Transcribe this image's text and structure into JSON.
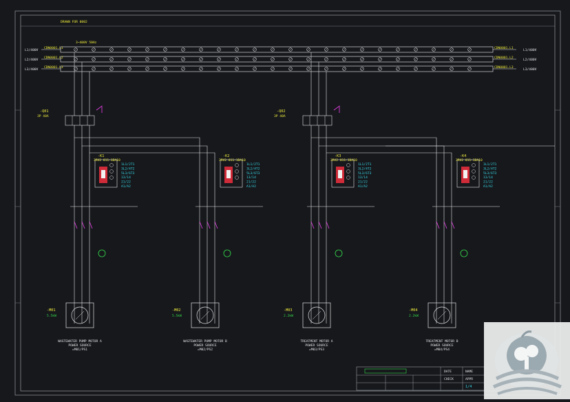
{
  "sheet": {
    "header_tag": "DRAWN FOR 0002",
    "bus_label": "3~400V 50Hz"
  },
  "bus": {
    "in_tags": [
      "L1/400V",
      "L2/400V",
      "L3/400V"
    ],
    "in_codes": [
      "CDN0001.L1",
      "CDN0001.L2",
      "CDN0001.L3"
    ],
    "out_codes": [
      "CDN0001.L1",
      "CDN0001.L2",
      "CDN0001.L3"
    ],
    "out_tags": [
      "L1/400V",
      "L2/400V",
      "L3/400V"
    ]
  },
  "feeders": [
    {
      "pump_title": "WASTEWATER PUMP MOTOR A",
      "subtitle": "POWER SOURCE",
      "ref": "=M01/PS1",
      "motor_tag": "-M01",
      "motor_rating": "5.5kW"
    },
    {
      "pump_title": "WASTEWATER PUMP MOTOR B",
      "subtitle": "POWER SOURCE",
      "ref": "=M02/PS2",
      "motor_tag": "-M02",
      "motor_rating": "5.5kW"
    },
    {
      "pump_title": "TREATMENT MOTOR A",
      "subtitle": "POWER SOURCE",
      "ref": "=M03/PS3",
      "motor_tag": "-M03",
      "motor_rating": "2.2kW"
    },
    {
      "pump_title": "TREATMENT MOTOR B",
      "subtitle": "POWER SOURCE",
      "ref": "=M04/PS4",
      "motor_tag": "-M04",
      "motor_rating": "2.2kW"
    }
  ],
  "breakers": [
    {
      "tag": "-Q01",
      "spec": "3P 40A"
    },
    {
      "tag": "-Q02",
      "spec": "3P 40A"
    }
  ],
  "starters": [
    {
      "tag": "-K1",
      "model": "3RV2 011-1DA10"
    },
    {
      "tag": "-K2",
      "model": "3RV2 011-1DA10"
    },
    {
      "tag": "-K3",
      "model": "3RV2 011-1DA10"
    },
    {
      "tag": "-K4",
      "model": "3RV2 011-1DA10"
    }
  ],
  "starter_outputs": [
    "1L1/2T1",
    "3L2/4T2",
    "5L3/6T3",
    "13/14",
    "21/22",
    "A1/A2"
  ],
  "title_block": {
    "rows": [
      "DATE",
      "NAME",
      "CHECK",
      "APPR"
    ],
    "sheet_no": "1/4"
  },
  "colors": {
    "background": "#16181c",
    "wire": "#e6e6e6",
    "tag_yellow": "#f2ee3c",
    "tag_cyan": "#38dcea",
    "tag_magenta": "#f040ee",
    "tag_green": "#38e04c",
    "starter_red": "#d02b38",
    "frame": "#7a7d82"
  },
  "watermark": {
    "icon": "apple-tree-farm-logo-icon"
  }
}
